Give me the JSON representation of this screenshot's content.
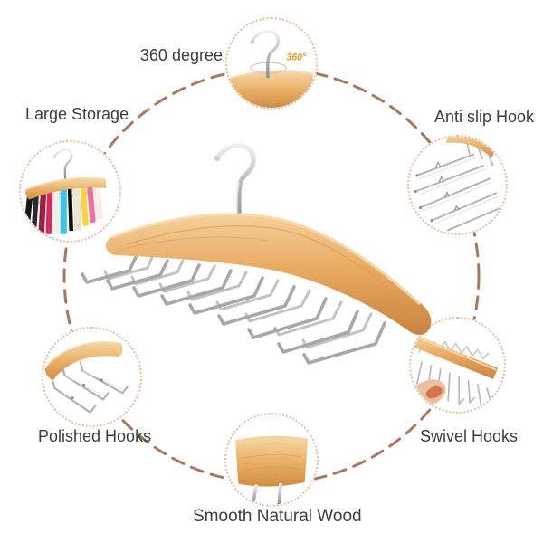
{
  "features": {
    "degree360": {
      "label": "360 degree",
      "badge": "360°"
    },
    "large_storage": {
      "label": "Large Storage"
    },
    "anti_slip": {
      "label": "Anti slip Hook"
    },
    "polished": {
      "label": "Polished Hooks"
    },
    "swivel": {
      "label": "Swivel Hooks"
    },
    "smooth_wood": {
      "label": "Smooth Natural Wood"
    }
  },
  "colors": {
    "dashed_guide_circle": "#ab7660",
    "dotted_circle_border": "#e2bda4",
    "wood_highlight": "#f6d7a4",
    "wood_mid": "#e8aa62",
    "wood_dark": "#cd8a45",
    "chrome_light": "#efefef",
    "chrome_dark": "#a3a3a3",
    "label_text": "#3d3d3d",
    "badge_orange": "#f49a1c",
    "tie_colors": [
      "#161616",
      "#9c1f3a",
      "#d62a60",
      "#f2efe6",
      "#3fc4e8",
      "#101010",
      "#efe6d2",
      "#f5d63d",
      "#ef6fa0",
      "#f6f2ea"
    ],
    "skin_tone": "#edbd9e"
  }
}
